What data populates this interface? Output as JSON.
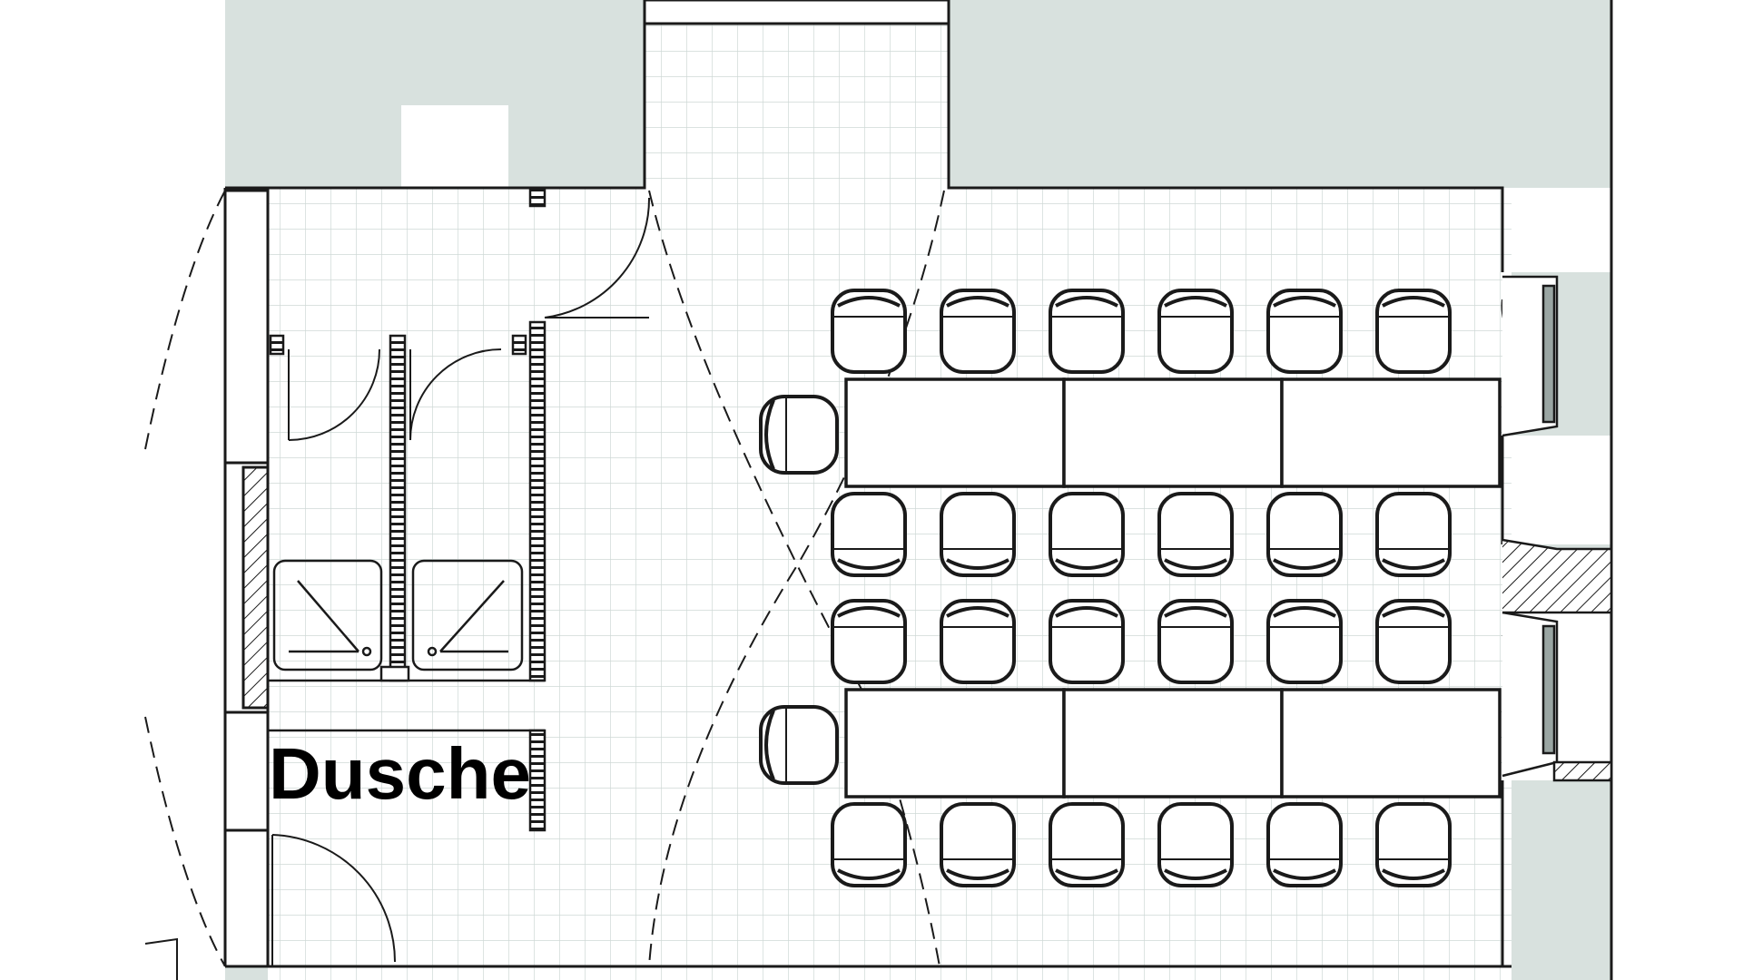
{
  "plan": {
    "room_label": "Dusche"
  },
  "colors": {
    "wall_zone": "#d8e1de",
    "floor": "#ffffff",
    "tile_grid": "#cfd8d6",
    "line": "#1a1a1a",
    "window": "#9aa6a3"
  },
  "furniture": {
    "table_rows": 2,
    "tables_per_row": 3,
    "chairs_per_side": 6,
    "head_chairs": 2,
    "shower_trays": 2
  }
}
